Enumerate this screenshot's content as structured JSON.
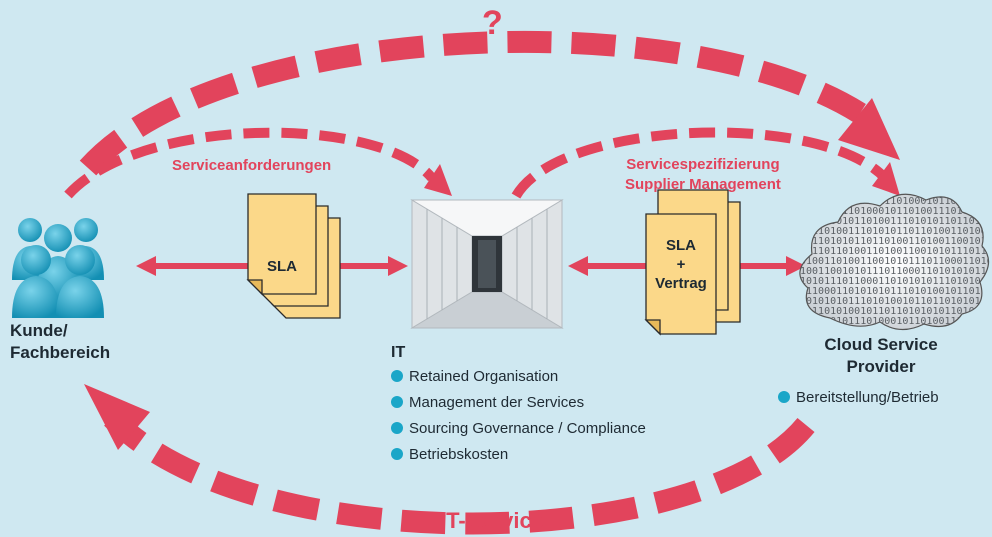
{
  "labels": {
    "question": "?",
    "service_requests": "Serviceanforderungen",
    "service_spec_line1": "Servicespezifizierung",
    "service_spec_line2": "Supplier Management",
    "it_service": "IT-Service"
  },
  "customer": {
    "line1": "Kunde/",
    "line2": "Fachbereich"
  },
  "doc_left": {
    "label": "SLA"
  },
  "doc_right": {
    "line1": "SLA",
    "line2": "+",
    "line3": "Vertrag"
  },
  "it": {
    "title": "IT",
    "bullets": [
      "Retained Organisation",
      "Management der Services",
      "Sourcing Governance / Compliance",
      "Betriebskosten"
    ]
  },
  "provider": {
    "line1": "Cloud Service",
    "line2": "Provider",
    "bullets": [
      "Bereitstellung/Betrieb"
    ]
  },
  "binary_text": "01010100110101110100010110100111010101101101001101001100101011101100011010101011101010010110110101010110101010101101101",
  "colors": {
    "background": "#cfe8f1",
    "accent": "#e2445c",
    "document": "#fbd889",
    "bullet": "#1aa6c8",
    "people": "#1aa6c8"
  },
  "icons": [
    "people-icon",
    "document-icon",
    "server-room-icon",
    "cloud-icon"
  ]
}
